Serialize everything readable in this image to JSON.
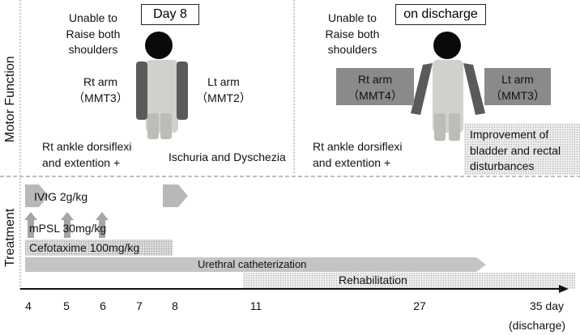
{
  "side_labels": {
    "motor": "Motor Function",
    "treatment": "Treatment"
  },
  "day8": {
    "header": "Day 8",
    "unable_line1": "Unable to",
    "unable_line2": "Raise both",
    "unable_line3": "shoulders",
    "rt_arm": "Rt arm",
    "rt_mmt": "（MMT3）",
    "lt_arm": "Lt arm",
    "lt_mmt": "（MMT2）",
    "ankle_line1": "Rt ankle dorsiflexi",
    "ankle_line2": "and extention +",
    "ischuria": "Ischuria and Dyschezia"
  },
  "discharge": {
    "header": "on discharge",
    "unable_line1": "Unable to",
    "unable_line2": "Raise both",
    "unable_line3": "shoulders",
    "rt_arm": "Rt arm",
    "rt_mmt": "（MMT4）",
    "lt_arm": "Lt arm",
    "lt_mmt": "（MMT3）",
    "ankle_line1": "Rt ankle dorsiflexi",
    "ankle_line2": "and extention +",
    "improve_line1": "Improvement of",
    "improve_line2": "bladder and rectal",
    "improve_line3": "disturbances"
  },
  "treatments": {
    "ivig": "IVIG  2g/kg",
    "mpsl": "mPSL  30mg/kg",
    "cefotaxime": "Cefotaxime  100mg/kg",
    "urethral": "Urethral catheterization",
    "rehab": "Rehabilitation"
  },
  "timeline": {
    "ticks": [
      "4",
      "5",
      "6",
      "7",
      "8",
      "11",
      "27",
      "35 day"
    ],
    "discharge_note": "(discharge)"
  },
  "colors": {
    "arm_dark": "#5a5a5a",
    "body_light": "#d0d0cc",
    "legs": "#bdbdb8",
    "head": "#0a0a0a",
    "box_fill": "#8a8a8a",
    "bar_fill": "#c4c4c4",
    "dotted_fill": "#e4e4e4"
  }
}
